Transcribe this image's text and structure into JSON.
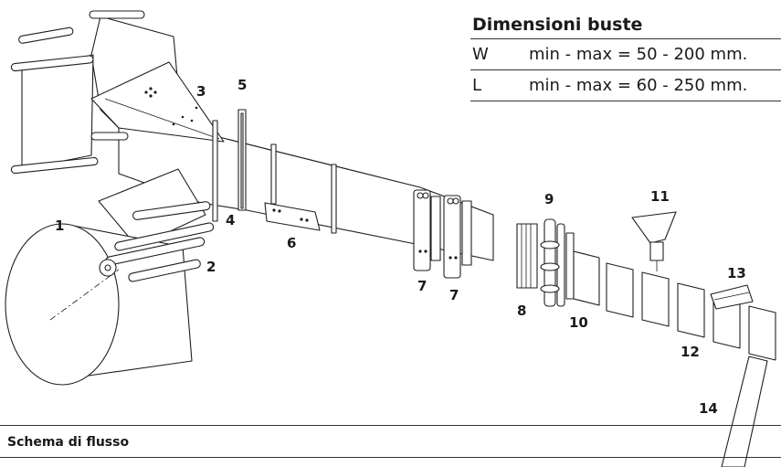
{
  "dimensions": {
    "title": "Dimensioni buste",
    "rows": [
      {
        "key": "W",
        "value": "min - max = 50 - 200 mm."
      },
      {
        "key": "L",
        "value": "min - max = 60 - 250 mm."
      }
    ]
  },
  "callouts": [
    "1",
    "2",
    "3",
    "4",
    "5",
    "6",
    "7",
    "7",
    "8",
    "9",
    "10",
    "11",
    "12",
    "13",
    "14"
  ],
  "caption": "Schema di flusso"
}
